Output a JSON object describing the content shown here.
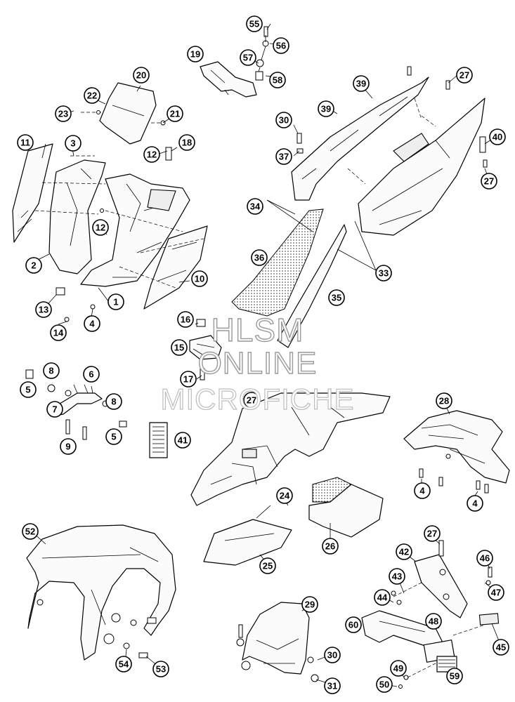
{
  "watermark": {
    "line1": "HLSM",
    "line2": "ONLINE",
    "line3": "MICROFICHE"
  },
  "callouts": [
    "1",
    "2",
    "3",
    "4",
    "4",
    "4",
    "5",
    "5",
    "6",
    "7",
    "8",
    "8",
    "9",
    "10",
    "11",
    "12",
    "12",
    "13",
    "14",
    "15",
    "16",
    "17",
    "18",
    "19",
    "20",
    "21",
    "22",
    "23",
    "24",
    "25",
    "26",
    "27",
    "27",
    "27",
    "27",
    "28",
    "29",
    "30",
    "30",
    "31",
    "33",
    "34",
    "35",
    "36",
    "37",
    "39",
    "39",
    "40",
    "41",
    "42",
    "43",
    "44",
    "45",
    "46",
    "47",
    "48",
    "49",
    "50",
    "52",
    "53",
    "54",
    "55",
    "56",
    "57",
    "58",
    "59",
    "60"
  ],
  "colors": {
    "line": "#000000",
    "background": "#ffffff",
    "watermark": "#9a9a9a"
  }
}
